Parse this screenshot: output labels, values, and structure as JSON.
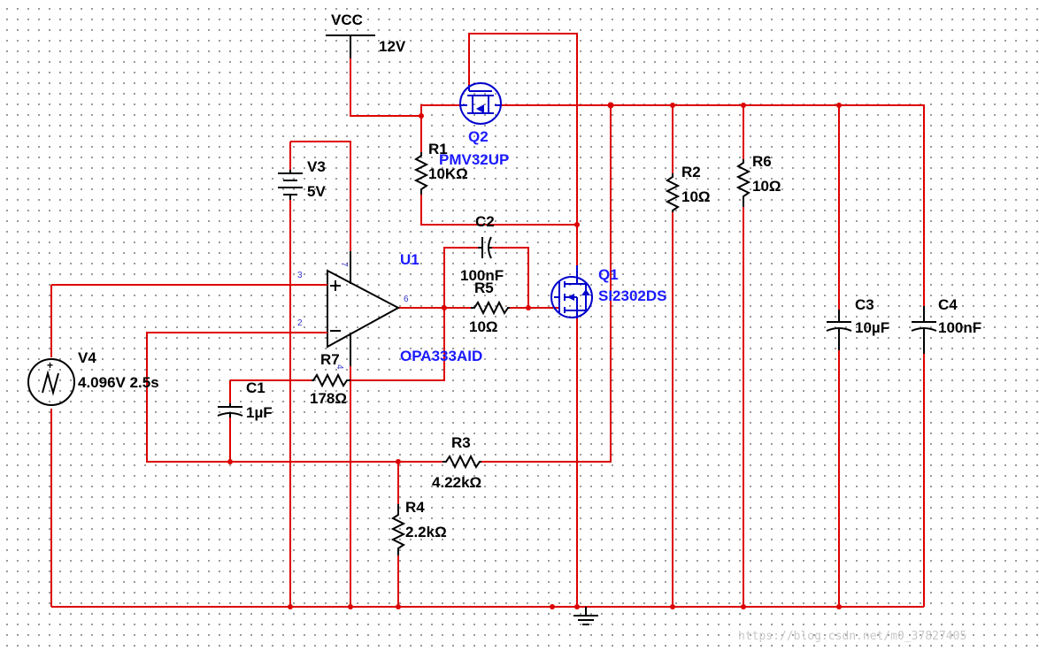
{
  "supply": {
    "name": "VCC",
    "voltage": "12V"
  },
  "components": {
    "V3": {
      "ref": "V3",
      "value": "5V"
    },
    "V4": {
      "ref": "V4",
      "value": "4.096V 2.5s"
    },
    "U1": {
      "ref": "U1",
      "part": "OPA333AID",
      "pin_plus": "3",
      "pin_minus": "2",
      "pin_out": "6",
      "pin_vplus": "7",
      "pin_vminus": "4"
    },
    "Q1": {
      "ref": "Q1",
      "part": "SI2302DS"
    },
    "Q2": {
      "ref": "Q2",
      "part": "PMV32UP"
    },
    "R1": {
      "ref": "R1",
      "value": "10KΩ"
    },
    "R2": {
      "ref": "R2",
      "value": "10Ω"
    },
    "R3": {
      "ref": "R3",
      "value": "4.22kΩ"
    },
    "R4": {
      "ref": "R4",
      "value": "2.2kΩ"
    },
    "R5": {
      "ref": "R5",
      "value": "10Ω"
    },
    "R6": {
      "ref": "R6",
      "value": "10Ω"
    },
    "R7": {
      "ref": "R7",
      "value": "178Ω"
    },
    "C1": {
      "ref": "C1",
      "value": "1µF"
    },
    "C2": {
      "ref": "C2",
      "value": "100nF"
    },
    "C3": {
      "ref": "C3",
      "value": "10µF"
    },
    "C4": {
      "ref": "C4",
      "value": "100nF"
    }
  },
  "watermark": "https://blog.csdn.net/m0_37827405",
  "colors": {
    "wire": "#dd0000",
    "part_label": "#1a1aff",
    "symbol": "#000000",
    "mosfet": "#0000cc"
  }
}
